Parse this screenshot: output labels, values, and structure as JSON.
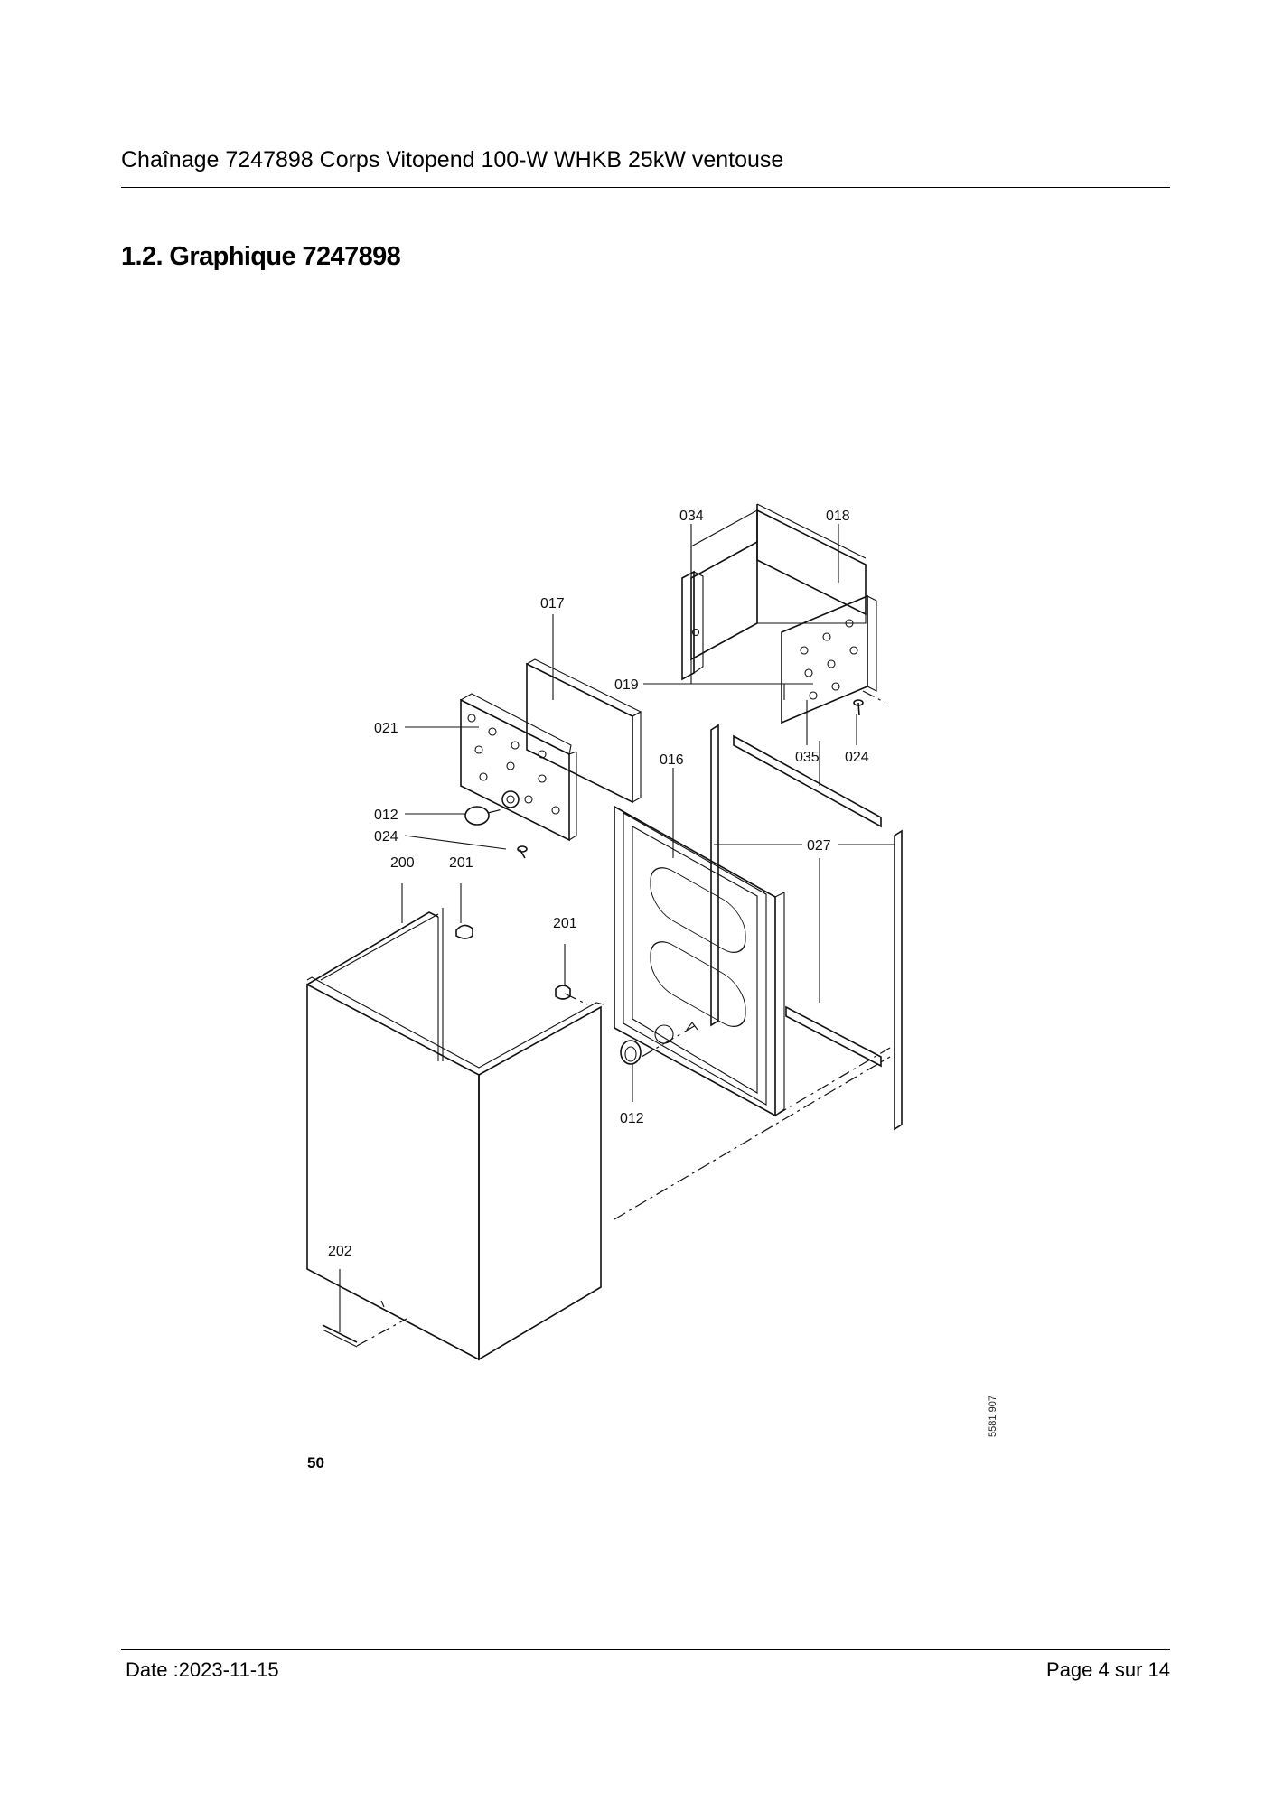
{
  "header": {
    "title": "Chaînage 7247898 Corps Vitopend 100-W WHKB 25kW ventouse"
  },
  "section": {
    "title": "1.2. Graphique 7247898"
  },
  "diagram": {
    "callouts": {
      "c034": "034",
      "c018": "018",
      "c017": "017",
      "c019": "019",
      "c021": "021",
      "c016": "016",
      "c035": "035",
      "c024a": "024",
      "c012a": "012",
      "c024b": "024",
      "c027": "027",
      "c200": "200",
      "c201a": "201",
      "c201b": "201",
      "c012b": "012",
      "c202": "202"
    },
    "figure_number": "50",
    "drawing_code": "5581 907"
  },
  "footer": {
    "date": "Date :2023-11-15",
    "page": "Page 4 sur  14"
  }
}
